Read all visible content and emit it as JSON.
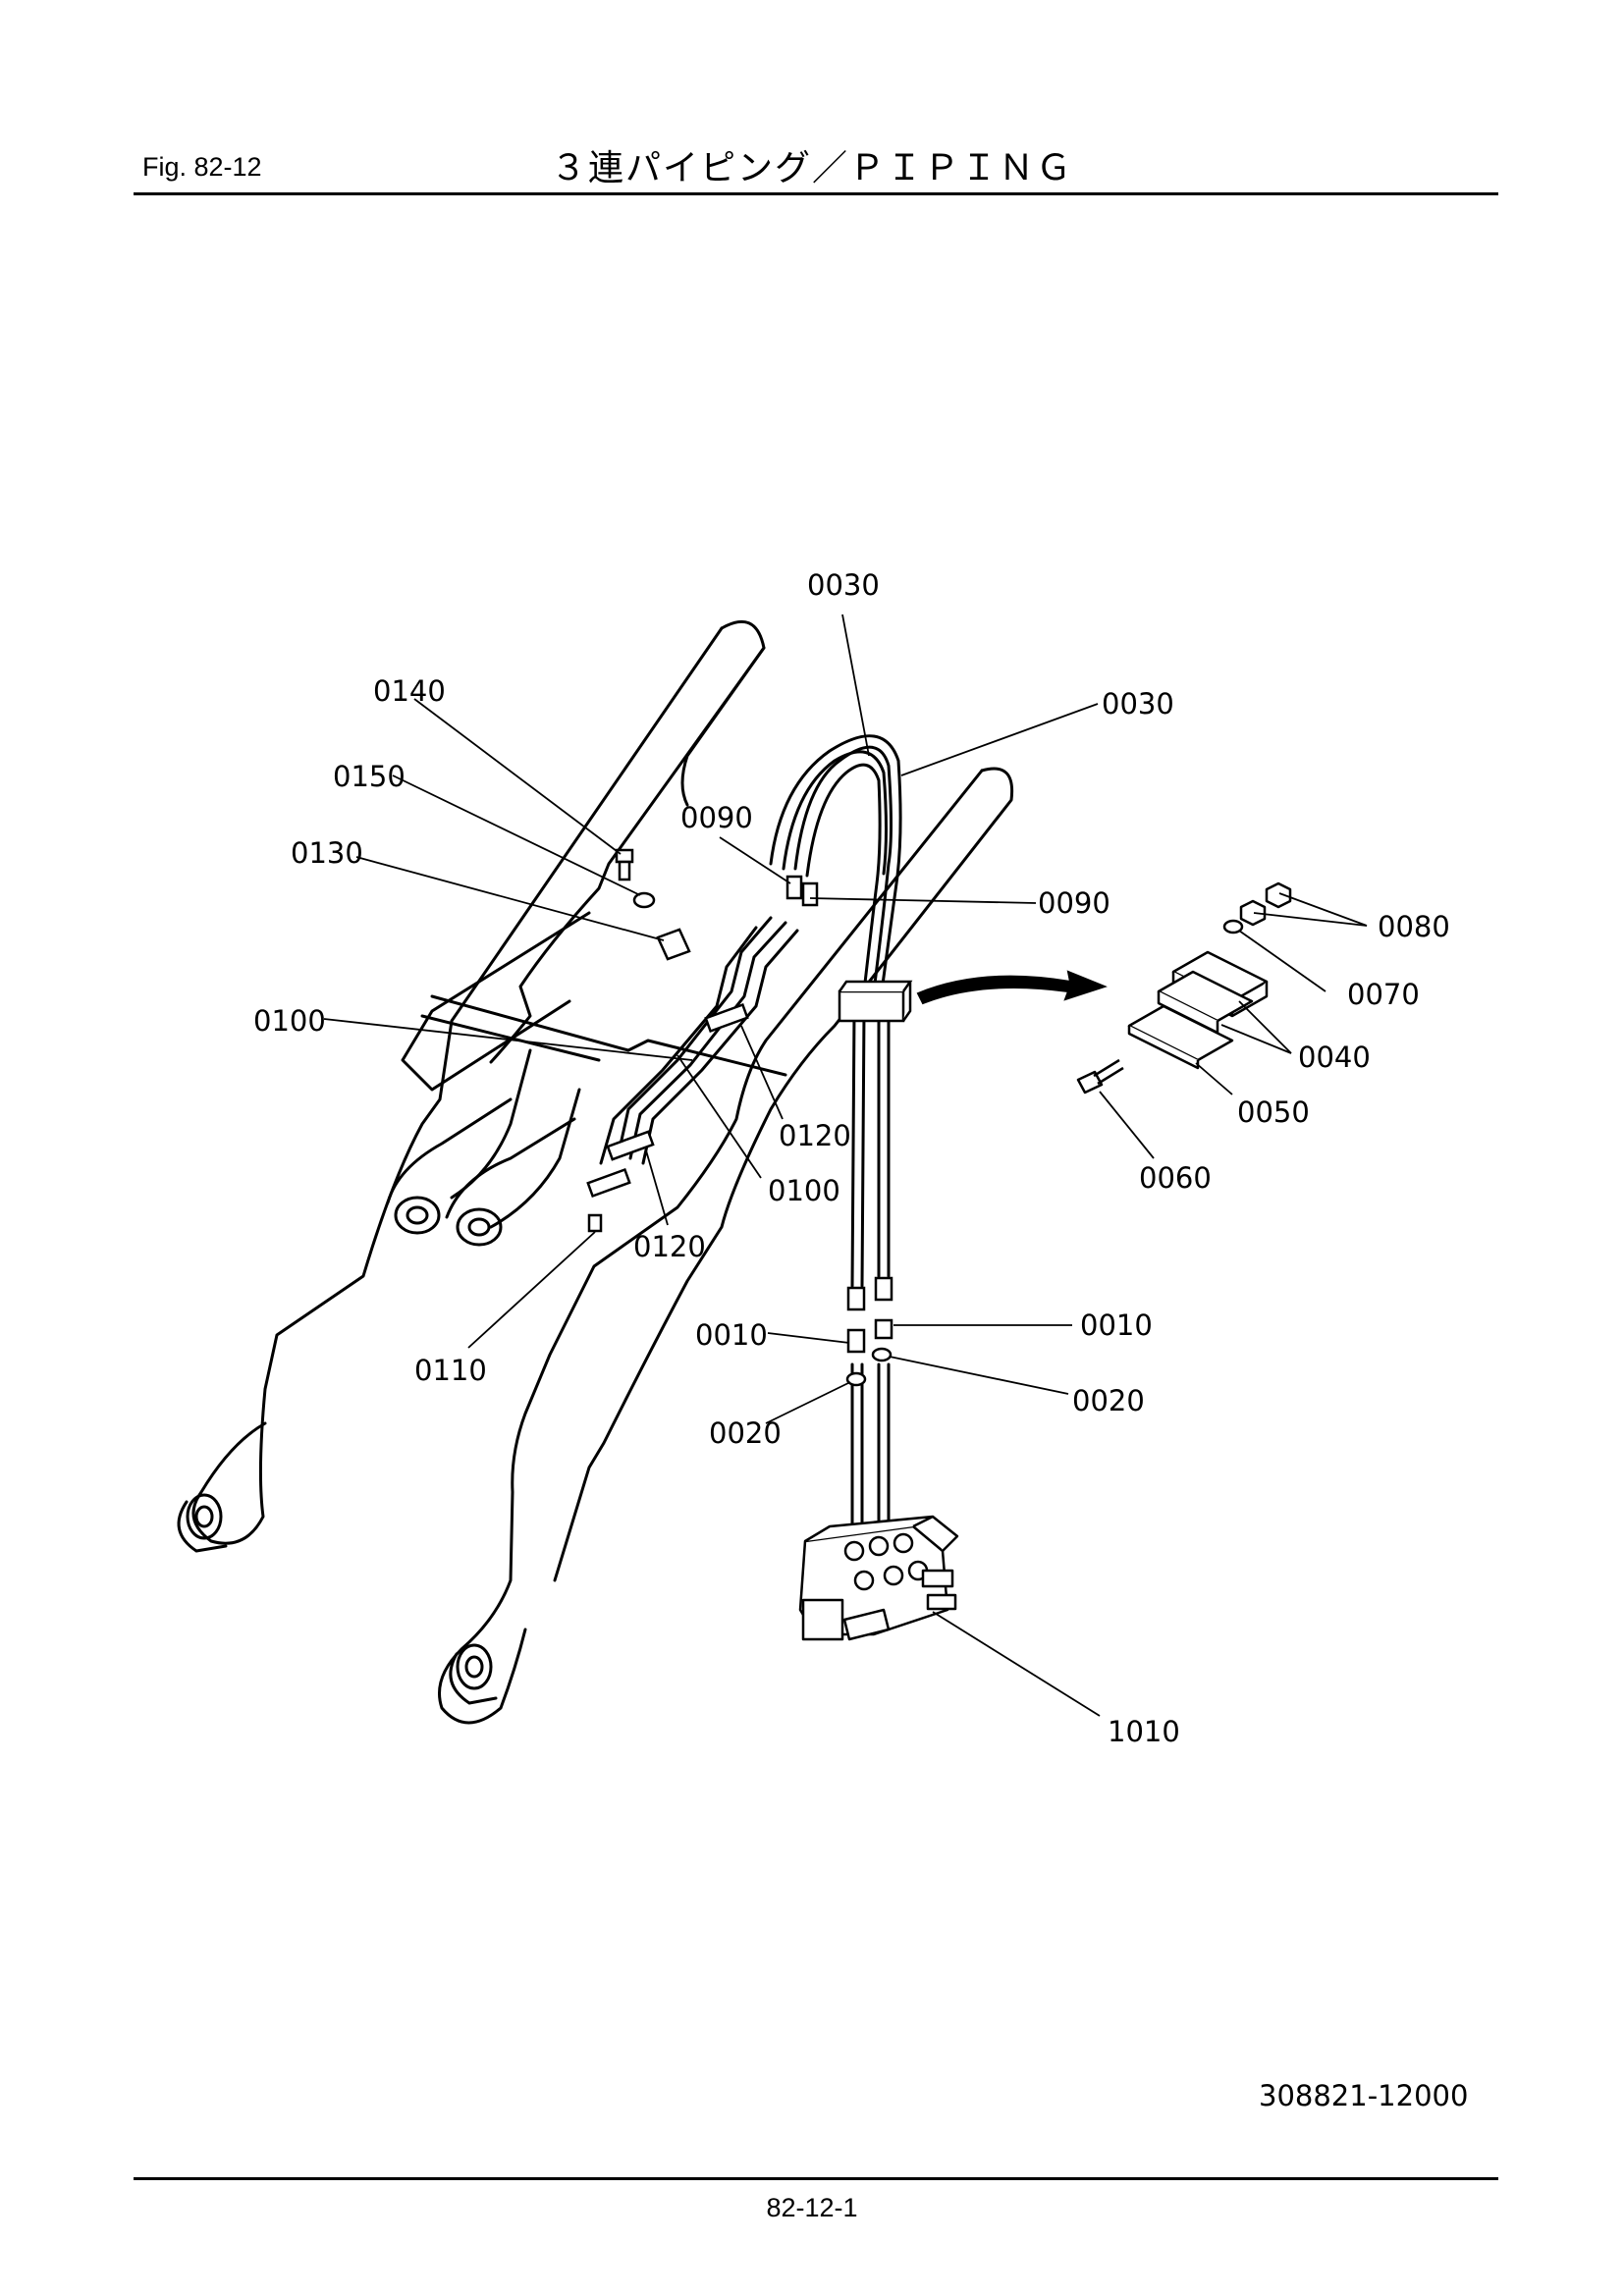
{
  "header": {
    "figure_number": "Fig.  82-12",
    "title": "３連パイピング／ＰＩＰＩＮＧ"
  },
  "callouts": [
    {
      "id": "c-0030-a",
      "label": "0030"
    },
    {
      "id": "c-0030-b",
      "label": "0030"
    },
    {
      "id": "c-0140",
      "label": "0140"
    },
    {
      "id": "c-0150",
      "label": "0150"
    },
    {
      "id": "c-0090-a",
      "label": "0090"
    },
    {
      "id": "c-0090-b",
      "label": "0090"
    },
    {
      "id": "c-0130",
      "label": "0130"
    },
    {
      "id": "c-0080",
      "label": "0080"
    },
    {
      "id": "c-0070",
      "label": "0070"
    },
    {
      "id": "c-0100-a",
      "label": "0100"
    },
    {
      "id": "c-0040",
      "label": "0040"
    },
    {
      "id": "c-0120-a",
      "label": "0120"
    },
    {
      "id": "c-0050",
      "label": "0050"
    },
    {
      "id": "c-0100-b",
      "label": "0100"
    },
    {
      "id": "c-0060",
      "label": "0060"
    },
    {
      "id": "c-0120-b",
      "label": "0120"
    },
    {
      "id": "c-0010-a",
      "label": "0010"
    },
    {
      "id": "c-0010-b",
      "label": "0010"
    },
    {
      "id": "c-0110",
      "label": "0110"
    },
    {
      "id": "c-0020-a",
      "label": "0020"
    },
    {
      "id": "c-0020-b",
      "label": "0020"
    },
    {
      "id": "c-1010",
      "label": "1010"
    }
  ],
  "footer": {
    "drawing_code": "308821-12000",
    "page_number": "82-12-1"
  }
}
